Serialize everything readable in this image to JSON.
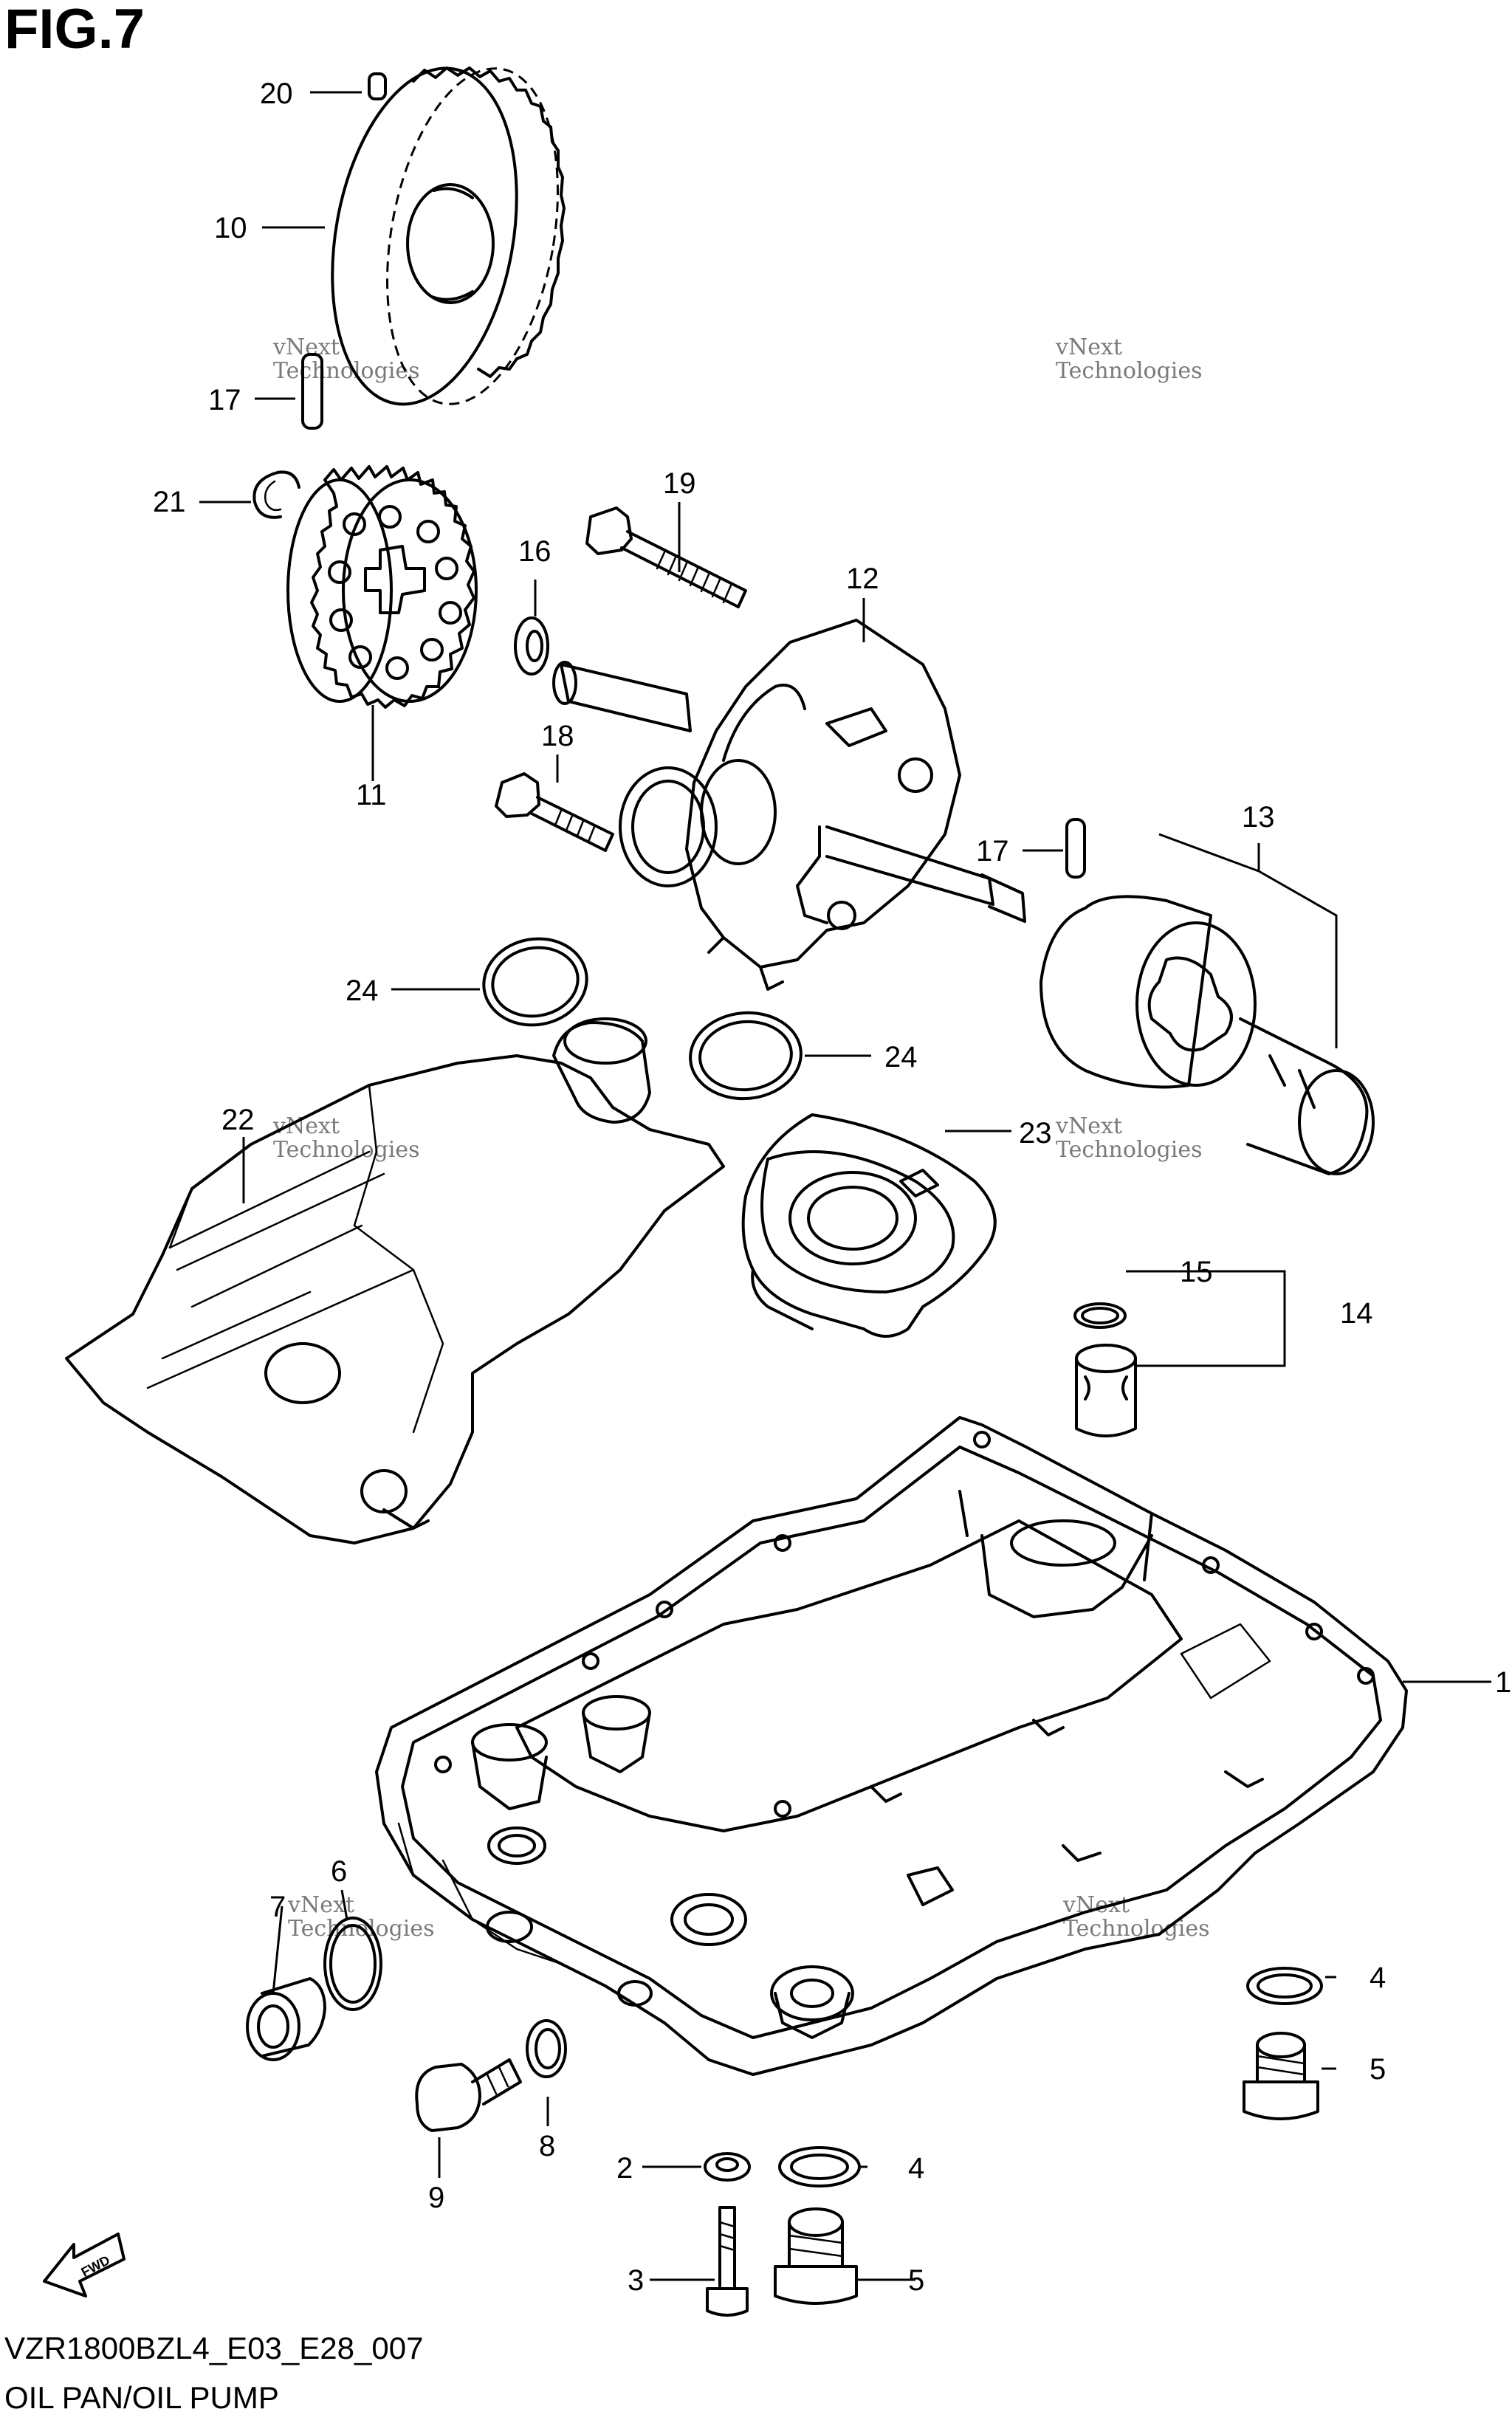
{
  "figure": {
    "title": "FIG.7",
    "model_code": "VZR1800BZL4_E03_E28_007",
    "diagram_title": "OIL PAN/OIL PUMP",
    "fwd_label": "FWD"
  },
  "watermark": {
    "line1": "vNext",
    "line2": "Technologies",
    "big": "Technologies"
  },
  "callouts": [
    {
      "id": "c20",
      "number": "20"
    },
    {
      "id": "c10",
      "number": "10"
    },
    {
      "id": "c17a",
      "number": "17"
    },
    {
      "id": "c21",
      "number": "21"
    },
    {
      "id": "c16",
      "number": "16"
    },
    {
      "id": "c11",
      "number": "11"
    },
    {
      "id": "c19",
      "number": "19"
    },
    {
      "id": "c12",
      "number": "12"
    },
    {
      "id": "c18",
      "number": "18"
    },
    {
      "id": "c17b",
      "number": "17"
    },
    {
      "id": "c13",
      "number": "13"
    },
    {
      "id": "c24a",
      "number": "24"
    },
    {
      "id": "c24b",
      "number": "24"
    },
    {
      "id": "c22",
      "number": "22"
    },
    {
      "id": "c23",
      "number": "23"
    },
    {
      "id": "c15",
      "number": "15"
    },
    {
      "id": "c14",
      "number": "14"
    },
    {
      "id": "c1",
      "number": "1"
    },
    {
      "id": "c6",
      "number": "6"
    },
    {
      "id": "c7",
      "number": "7"
    },
    {
      "id": "c4a",
      "number": "4"
    },
    {
      "id": "c5a",
      "number": "5"
    },
    {
      "id": "c8",
      "number": "8"
    },
    {
      "id": "c9",
      "number": "9"
    },
    {
      "id": "c2",
      "number": "2"
    },
    {
      "id": "c4b",
      "number": "4"
    },
    {
      "id": "c3",
      "number": "3"
    },
    {
      "id": "c5b",
      "number": "5"
    }
  ]
}
